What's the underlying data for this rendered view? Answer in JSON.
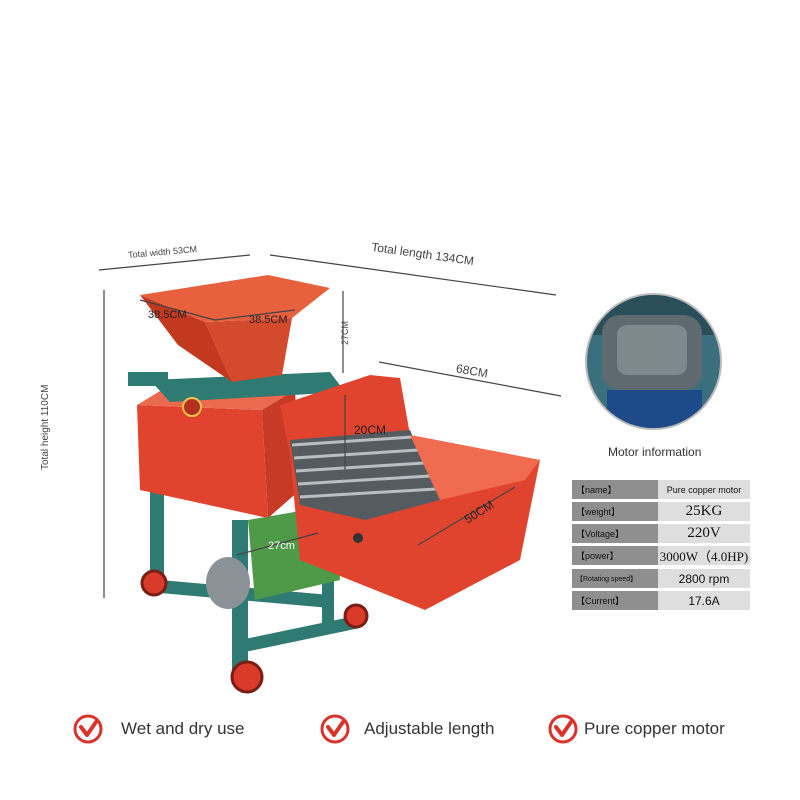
{
  "dimensions": {
    "total_width": "Total width 53CM",
    "total_length": "Total length 134CM",
    "total_height": "Total height 110CM",
    "hopper_a": "38.5CM",
    "hopper_b": "38.5CM",
    "hopper_height": "27CM",
    "tray_length": "68CM",
    "inner_height": "20CM",
    "tray_width": "50CM",
    "base_width": "27cm"
  },
  "motor": {
    "caption": "Motor information",
    "specs": [
      {
        "label": "【name】",
        "value": "Pure copper motor"
      },
      {
        "label": "【weight】",
        "value": "25KG"
      },
      {
        "label": "【Voltage】",
        "value": "220V"
      },
      {
        "label": "【power】",
        "value": "3000W（4.0HP)"
      },
      {
        "label": "【Rotating speed】",
        "value": "2800 rpm"
      },
      {
        "label": "【Current】",
        "value": "17.6A"
      }
    ]
  },
  "features": [
    {
      "label": "Wet and dry use",
      "icon": "check-icon"
    },
    {
      "label": "Adjustable length",
      "icon": "check-icon"
    },
    {
      "label": "Pure copper motor",
      "icon": "check-icon"
    }
  ],
  "colors": {
    "machine_red": "#e0442e",
    "frame_teal": "#2f7a72",
    "check_red": "#d9342b"
  }
}
